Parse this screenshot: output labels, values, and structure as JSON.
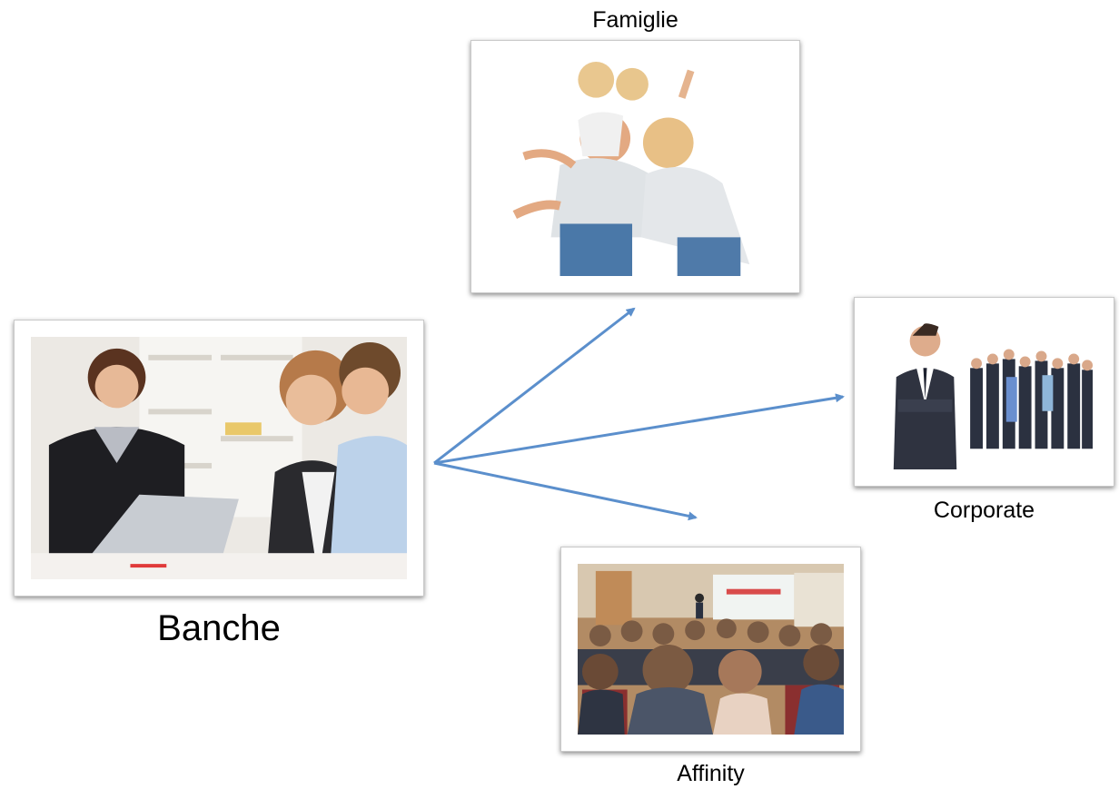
{
  "nodes": {
    "source": {
      "label": "Banche",
      "image": "bank-meeting-photo"
    },
    "targets": [
      {
        "label": "Famiglie",
        "image": "family-photo"
      },
      {
        "label": "Corporate",
        "image": "business-team-photo"
      },
      {
        "label": "Affinity",
        "image": "conference-audience-photo"
      }
    ]
  },
  "colors": {
    "arrow": "#5b8fcc",
    "frame_border": "#c9c9c9"
  }
}
